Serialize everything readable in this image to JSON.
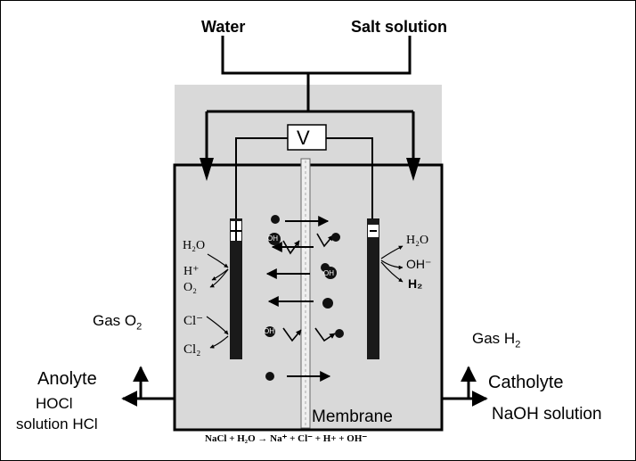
{
  "inputs": {
    "water": "Water",
    "salt_solution": "Salt solution"
  },
  "voltage": "V",
  "anode_side": {
    "sign": "+",
    "water": "H₂O",
    "h_plus": "H⁺",
    "oxygen": "O₂",
    "chloride": "Cl⁻",
    "chlorine": "Cl₂"
  },
  "cathode_side": {
    "sign": "−",
    "water": "H₂O",
    "hydroxide": "OH⁻",
    "hydrogen": "H₂"
  },
  "ions": {
    "oh_1": "OH",
    "oh_2": "OH",
    "oh_3": "OH"
  },
  "gas_outputs": {
    "left_prefix": "Gas O",
    "left_sub": "2",
    "right_prefix": "Gas H",
    "right_sub": "2"
  },
  "outputs": {
    "anolyte": "Anolyte",
    "anolyte_product_1": "HOCl",
    "anolyte_product_2": "solution HCl",
    "catholyte": "Catholyte",
    "catholyte_product": "NaOH solution"
  },
  "membrane_label": "Membrane",
  "reaction": "NaCl + H₂O → Na⁺ + Cl⁻ + H+ + OH⁻"
}
